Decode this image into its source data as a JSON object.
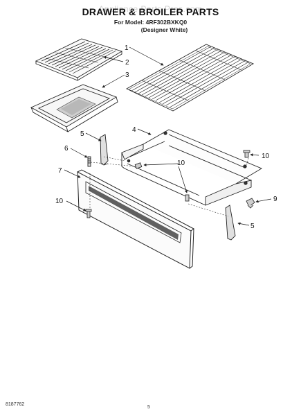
{
  "header": {
    "title": "DRAWER & BROILER PARTS",
    "model_line": "For Model: 4RF302BXKQ0",
    "color_line": "(Designer White)",
    "watermark": "Appliance Parts Pros.com"
  },
  "footer": {
    "doc_number": "8187762",
    "page_number": "5"
  },
  "callouts": [
    {
      "id": "1",
      "label": "1"
    },
    {
      "id": "2",
      "label": "2"
    },
    {
      "id": "3",
      "label": "3"
    },
    {
      "id": "4",
      "label": "4"
    },
    {
      "id": "5a",
      "label": "5"
    },
    {
      "id": "5b",
      "label": "5"
    },
    {
      "id": "6",
      "label": "6"
    },
    {
      "id": "7",
      "label": "7"
    },
    {
      "id": "9",
      "label": "9"
    },
    {
      "id": "10a",
      "label": "10"
    },
    {
      "id": "10b",
      "label": "10"
    },
    {
      "id": "10c",
      "label": "10"
    }
  ]
}
